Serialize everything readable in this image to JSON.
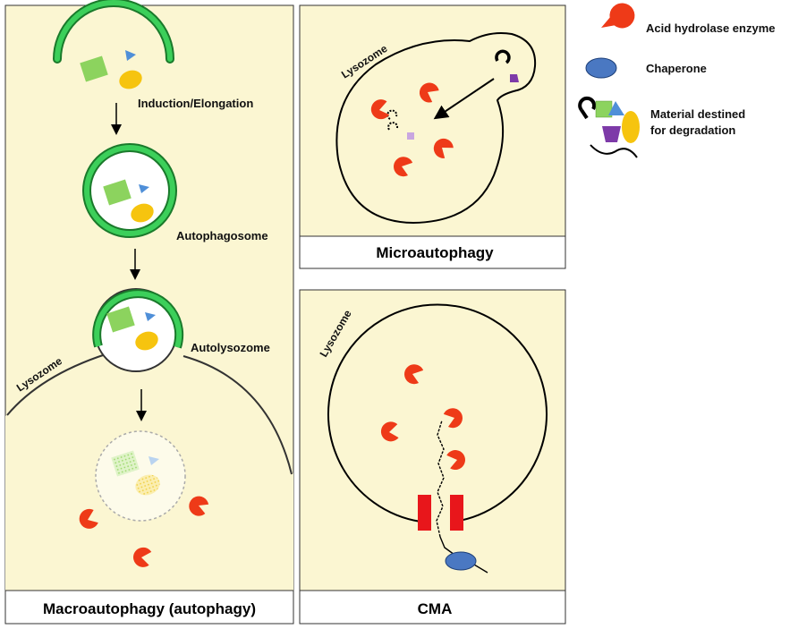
{
  "panels": {
    "macro": {
      "caption": "Macroautophagy  (autophagy)",
      "stages": {
        "induction": "Induction/Elongation",
        "autophagosome": "Autophagosome",
        "autolysozome": "Autolysozome"
      },
      "lysozome_label": "Lysozome"
    },
    "micro": {
      "caption": "Microautophagy",
      "lysozome_label": "Lysozome"
    },
    "cma": {
      "caption": "CMA",
      "lysozome_label": "Lysozome"
    }
  },
  "legend": {
    "items": [
      {
        "icon": "acid-hydrolase-enzyme-icon",
        "lines": [
          "Acid hydrolase enzyme"
        ]
      },
      {
        "icon": "chaperone-icon",
        "lines": [
          "Chaperone"
        ]
      },
      {
        "icon": "degradation-material-icon",
        "lines": [
          "Material destined",
          "for degradation"
        ]
      }
    ]
  },
  "colors": {
    "panel_fill": "#fbf6d2",
    "membrane_green": "#2cb34a",
    "enzyme_red": "#ee3a18",
    "chaperone_blue": "#4a78c2",
    "cargo_green": "#8cd35e",
    "cargo_blue": "#4f8fd8",
    "cargo_yellow": "#f6c40f",
    "cargo_purple": "#7d3aa8",
    "receptor_red": "#e8161b"
  }
}
